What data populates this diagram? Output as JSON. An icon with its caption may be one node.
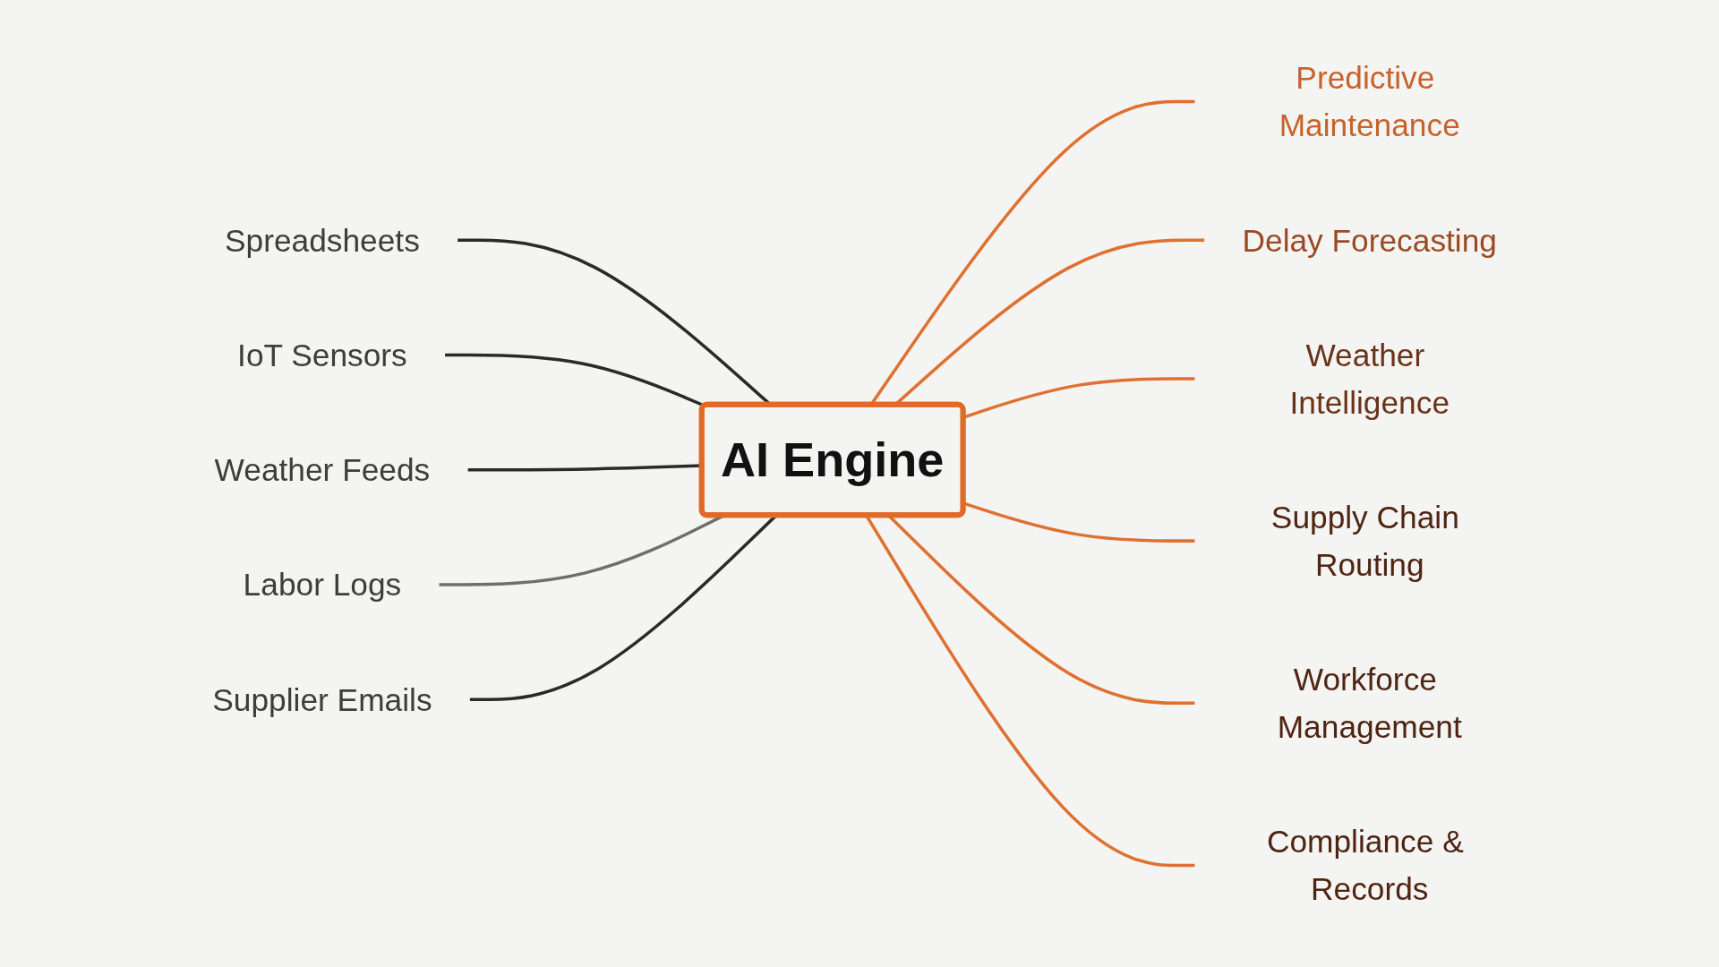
{
  "diagram": {
    "nodes": [
      {
        "text": [
          "Spreadsheets"
        ]
      },
      {
        "text": [
          "IoT Sensors"
        ]
      },
      {
        "text": [
          "Weather Feeds"
        ]
      },
      {
        "text": [
          "Labor Logs"
        ]
      },
      {
        "text": [
          "Supplier Emails"
        ]
      },
      {
        "text": [
          "AI Engine"
        ]
      },
      {
        "text": [
          "Predictive Maintenance"
        ]
      },
      {
        "text": [
          "Delay Forecasting"
        ]
      },
      {
        "text": [
          "Weather Intelligence"
        ]
      },
      {
        "text": [
          "Supply Chain Routing"
        ]
      },
      {
        "text": [
          "Workforce Management"
        ]
      },
      {
        "text": [
          "Compliance & Records"
        ]
      }
    ],
    "edges": [
      {
        "from": 0,
        "to": 5,
        "arrow": "none",
        "color": "#2a2a2a"
      },
      {
        "from": 1,
        "to": 5,
        "arrow": "none",
        "color": "#2a2a2a"
      },
      {
        "from": 2,
        "to": 5,
        "arrow": "none",
        "color": "#2a2a2a"
      },
      {
        "from": 3,
        "to": 5,
        "arrow": "none",
        "color": "#6e6e6e"
      },
      {
        "from": 4,
        "to": 5,
        "arrow": "none",
        "color": "#2a2a2a"
      },
      {
        "from": 5,
        "to": 6,
        "arrow": "none"
      },
      {
        "from": 5,
        "to": 7,
        "arrow": "none"
      },
      {
        "from": 5,
        "to": 8,
        "arrow": "none"
      },
      {
        "from": 5,
        "to": 9,
        "arrow": "none"
      },
      {
        "from": 5,
        "to": 10,
        "arrow": "none"
      },
      {
        "from": 5,
        "to": 11,
        "arrow": "none"
      }
    ]
  }
}
